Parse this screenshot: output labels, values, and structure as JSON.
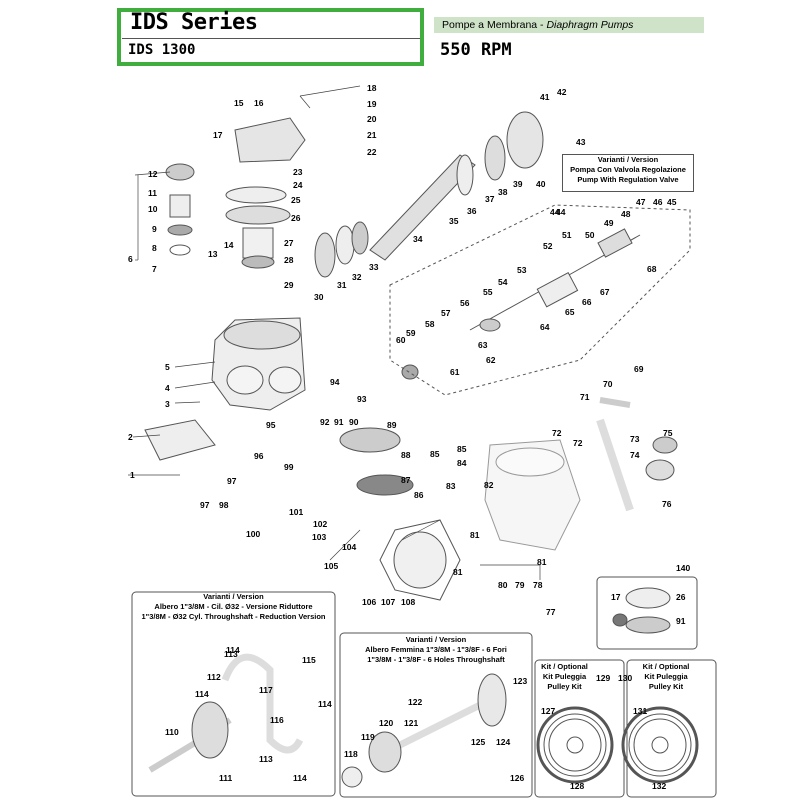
{
  "header": {
    "series_title": "IDS  Series",
    "model": "IDS 1300",
    "category_it": "Pompe a Membrana - ",
    "category_en": "Diaphragm Pumps",
    "rpm": "550 RPM"
  },
  "callouts": {
    "regulation_valve": [
      "Varianti / Version",
      "Pompa Con Valvola Regolazione",
      "Pump With Regulation Valve"
    ],
    "reduction": [
      "Varianti / Version",
      "Albero 1\"3/8M - Cil. Ø32 - Versione Riduttore",
      "1\"3/8M - Ø32 Cyl. Throughshaft - Reduction Version"
    ],
    "six_holes": [
      "Varianti / Version",
      "Albero Femmina 1\"3/8M - 1\"3/8F - 6 Fori",
      "1\"3/8M - 1\"3/8F - 6 Holes Throughshaft"
    ],
    "pulley_129": [
      "Kit / Optional",
      "Kit Puleggia",
      "Pulley Kit"
    ],
    "pulley_130": [
      "Kit / Optional",
      "Kit Puleggia",
      "Pulley Kit"
    ]
  },
  "kit_numbers": {
    "k129": "129",
    "k130": "130",
    "k140": "140"
  },
  "part_labels": [
    "1",
    "2",
    "3",
    "4",
    "5",
    "6",
    "7",
    "8",
    "9",
    "10",
    "11",
    "12",
    "13",
    "14",
    "15",
    "16",
    "17",
    "18",
    "19",
    "20",
    "21",
    "22",
    "23",
    "24",
    "25",
    "26",
    "27",
    "28",
    "29",
    "30",
    "31",
    "32",
    "33",
    "34",
    "35",
    "36",
    "37",
    "38",
    "39",
    "40",
    "41",
    "42",
    "43",
    "44",
    "45",
    "46",
    "47",
    "48",
    "49",
    "50",
    "51",
    "52",
    "53",
    "54",
    "55",
    "56",
    "57",
    "58",
    "59",
    "60",
    "61",
    "62",
    "63",
    "64",
    "65",
    "66",
    "67",
    "68",
    "69",
    "70",
    "71",
    "72",
    "73",
    "74",
    "75",
    "76",
    "77",
    "78",
    "79",
    "80",
    "81",
    "82",
    "83",
    "84",
    "85",
    "86",
    "87",
    "88",
    "89",
    "90",
    "91",
    "92",
    "93",
    "94",
    "95",
    "96",
    "97",
    "98",
    "99",
    "100",
    "101",
    "102",
    "103",
    "104",
    "105",
    "106",
    "107",
    "108",
    "110",
    "111",
    "112",
    "113",
    "114",
    "115",
    "116",
    "117",
    "118",
    "119",
    "120",
    "121",
    "122",
    "123",
    "124",
    "125",
    "126",
    "127",
    "128",
    "131",
    "132"
  ],
  "colors": {
    "accent_border": "#3fae3f",
    "header_band": "#cfe3c8"
  }
}
